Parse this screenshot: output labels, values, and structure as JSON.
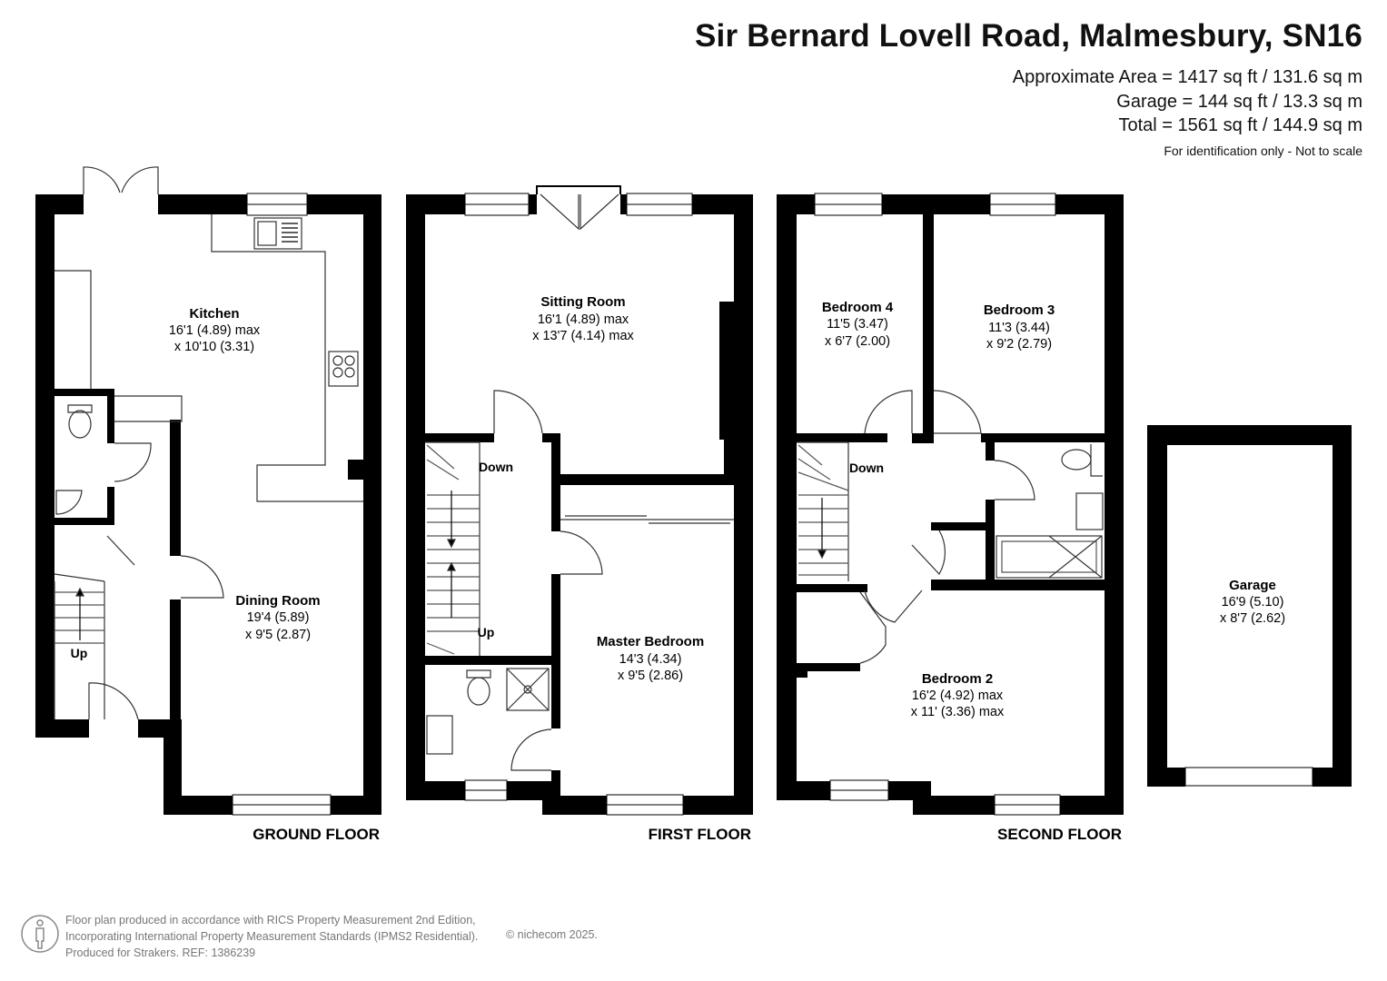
{
  "header": {
    "title": "Sir Bernard Lovell Road, Malmesbury, SN16",
    "approx_area": "Approximate Area = 1417 sq ft / 131.6 sq m",
    "garage_area": "Garage = 144 sq ft / 13.3 sq m",
    "total_area": "Total = 1561 sq ft / 144.9 sq m",
    "disclaimer": "For identification only - Not to scale"
  },
  "rooms": {
    "kitchen": {
      "name": "Kitchen",
      "dim1": "16'1 (4.89) max",
      "dim2": "x 10'10 (3.31)"
    },
    "dining": {
      "name": "Dining Room",
      "dim1": "19'4 (5.89)",
      "dim2": "x 9'5 (2.87)"
    },
    "sitting": {
      "name": "Sitting Room",
      "dim1": "16'1 (4.89) max",
      "dim2": "x 13'7 (4.14) max"
    },
    "master": {
      "name": "Master Bedroom",
      "dim1": "14'3 (4.34)",
      "dim2": "x 9'5 (2.86)"
    },
    "bed4": {
      "name": "Bedroom 4",
      "dim1": "11'5 (3.47)",
      "dim2": "x 6'7 (2.00)"
    },
    "bed3": {
      "name": "Bedroom 3",
      "dim1": "11'3 (3.44)",
      "dim2": "x 9'2 (2.79)"
    },
    "bed2": {
      "name": "Bedroom 2",
      "dim1": "16'2 (4.92) max",
      "dim2": "x 11' (3.36) max"
    },
    "garage": {
      "name": "Garage",
      "dim1": "16'9 (5.10)",
      "dim2": "x 8'7 (2.62)"
    }
  },
  "stair_labels": {
    "up": "Up",
    "down": "Down"
  },
  "floors": {
    "ground": "GROUND FLOOR",
    "first": "FIRST FLOOR",
    "second": "SECOND FLOOR"
  },
  "footer": {
    "line1": "Floor plan produced in accordance with RICS Property Measurement 2nd Edition,",
    "line2": "Incorporating International Property Measurement Standards (IPMS2 Residential).",
    "line3": "Produced for Strakers.   REF: 1386239",
    "copyright": "© nichecom 2025."
  },
  "colors": {
    "wall": "#000000",
    "line": "#333333",
    "muted": "#777777"
  }
}
